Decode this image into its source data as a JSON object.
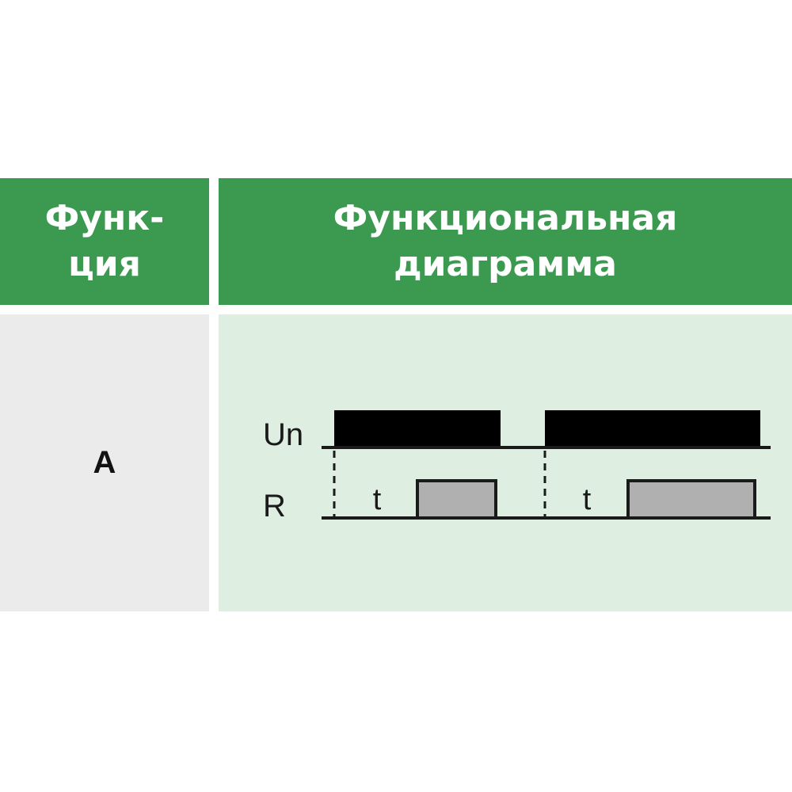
{
  "colors": {
    "header_bg": "#3c9a50",
    "header_text": "#ffffff",
    "function_cell_bg": "#ebebeb",
    "diagram_cell_bg": "#deefe2",
    "signal_un_fill": "#000000",
    "signal_r_fill": "#b0b0b0",
    "line_color": "#1a1a1a"
  },
  "table": {
    "header": {
      "function_line1": "Функ-",
      "function_line2": "ция",
      "diagram_line1": "Функциональная",
      "diagram_line2": "диаграмма"
    },
    "row": {
      "function_code": "A"
    }
  },
  "diagram": {
    "un_label": "Un",
    "r_label": "R",
    "delay_label": "t",
    "cycles": [
      {
        "delay_label": "t"
      },
      {
        "delay_label": "t"
      }
    ]
  }
}
